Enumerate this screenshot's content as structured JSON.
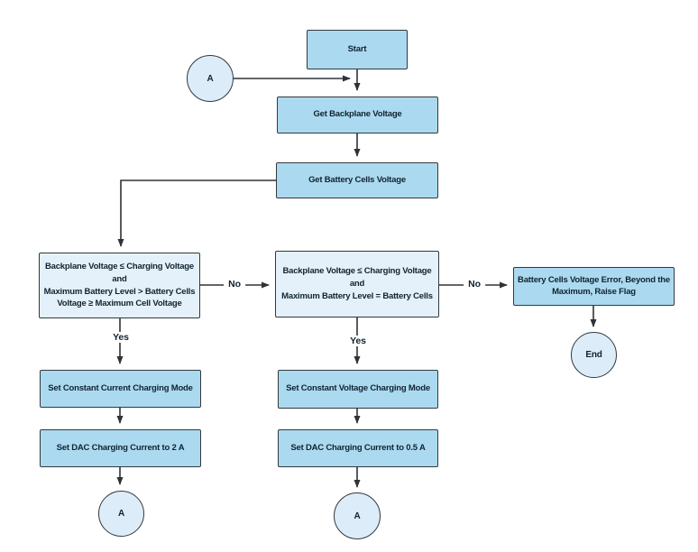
{
  "diagram": {
    "nodes": {
      "start": {
        "label": "Start"
      },
      "connector_a_top": {
        "label": "A"
      },
      "get_backplane_voltage": {
        "label": "Get Backplane Voltage"
      },
      "get_battery_cells_voltage": {
        "label": "Get Battery Cells Voltage"
      },
      "decision_constant_current": {
        "text": "Backplane Voltage ≤ Charging Voltage\nand\nMaximum Battery Level > Battery Cells\nVoltage ≥ Maximum Cell Voltage"
      },
      "decision_constant_voltage": {
        "text": "Backplane Voltage ≤ Charging Voltage\nand\nMaximum Battery Level = Battery Cells"
      },
      "error_flag": {
        "text": "Battery Cells Voltage Error, Beyond the\nMaximum, Raise Flag"
      },
      "end": {
        "label": "End"
      },
      "set_cc_mode": {
        "label": "Set Constant Current Charging Mode"
      },
      "set_dac_2a": {
        "label": "Set DAC Charging Current to 2 A"
      },
      "set_cv_mode": {
        "label": "Set Constant Voltage Charging Mode"
      },
      "set_dac_05a": {
        "label": "Set DAC Charging Current to 0.5 A"
      },
      "connector_a_left": {
        "label": "A"
      },
      "connector_a_mid": {
        "label": "A"
      }
    },
    "edge_labels": {
      "no_left_to_mid": "No",
      "no_mid_to_error": "No",
      "yes_left": "Yes",
      "yes_mid": "Yes"
    },
    "colors": {
      "process_fill": "#abdaf0",
      "decision_fill": "#e4f1fa",
      "circle_fill": "#dcedf9",
      "node_border": "#33383d",
      "line_color": "#2e3338",
      "text_color": "#102330",
      "background": "#ffffff"
    }
  }
}
